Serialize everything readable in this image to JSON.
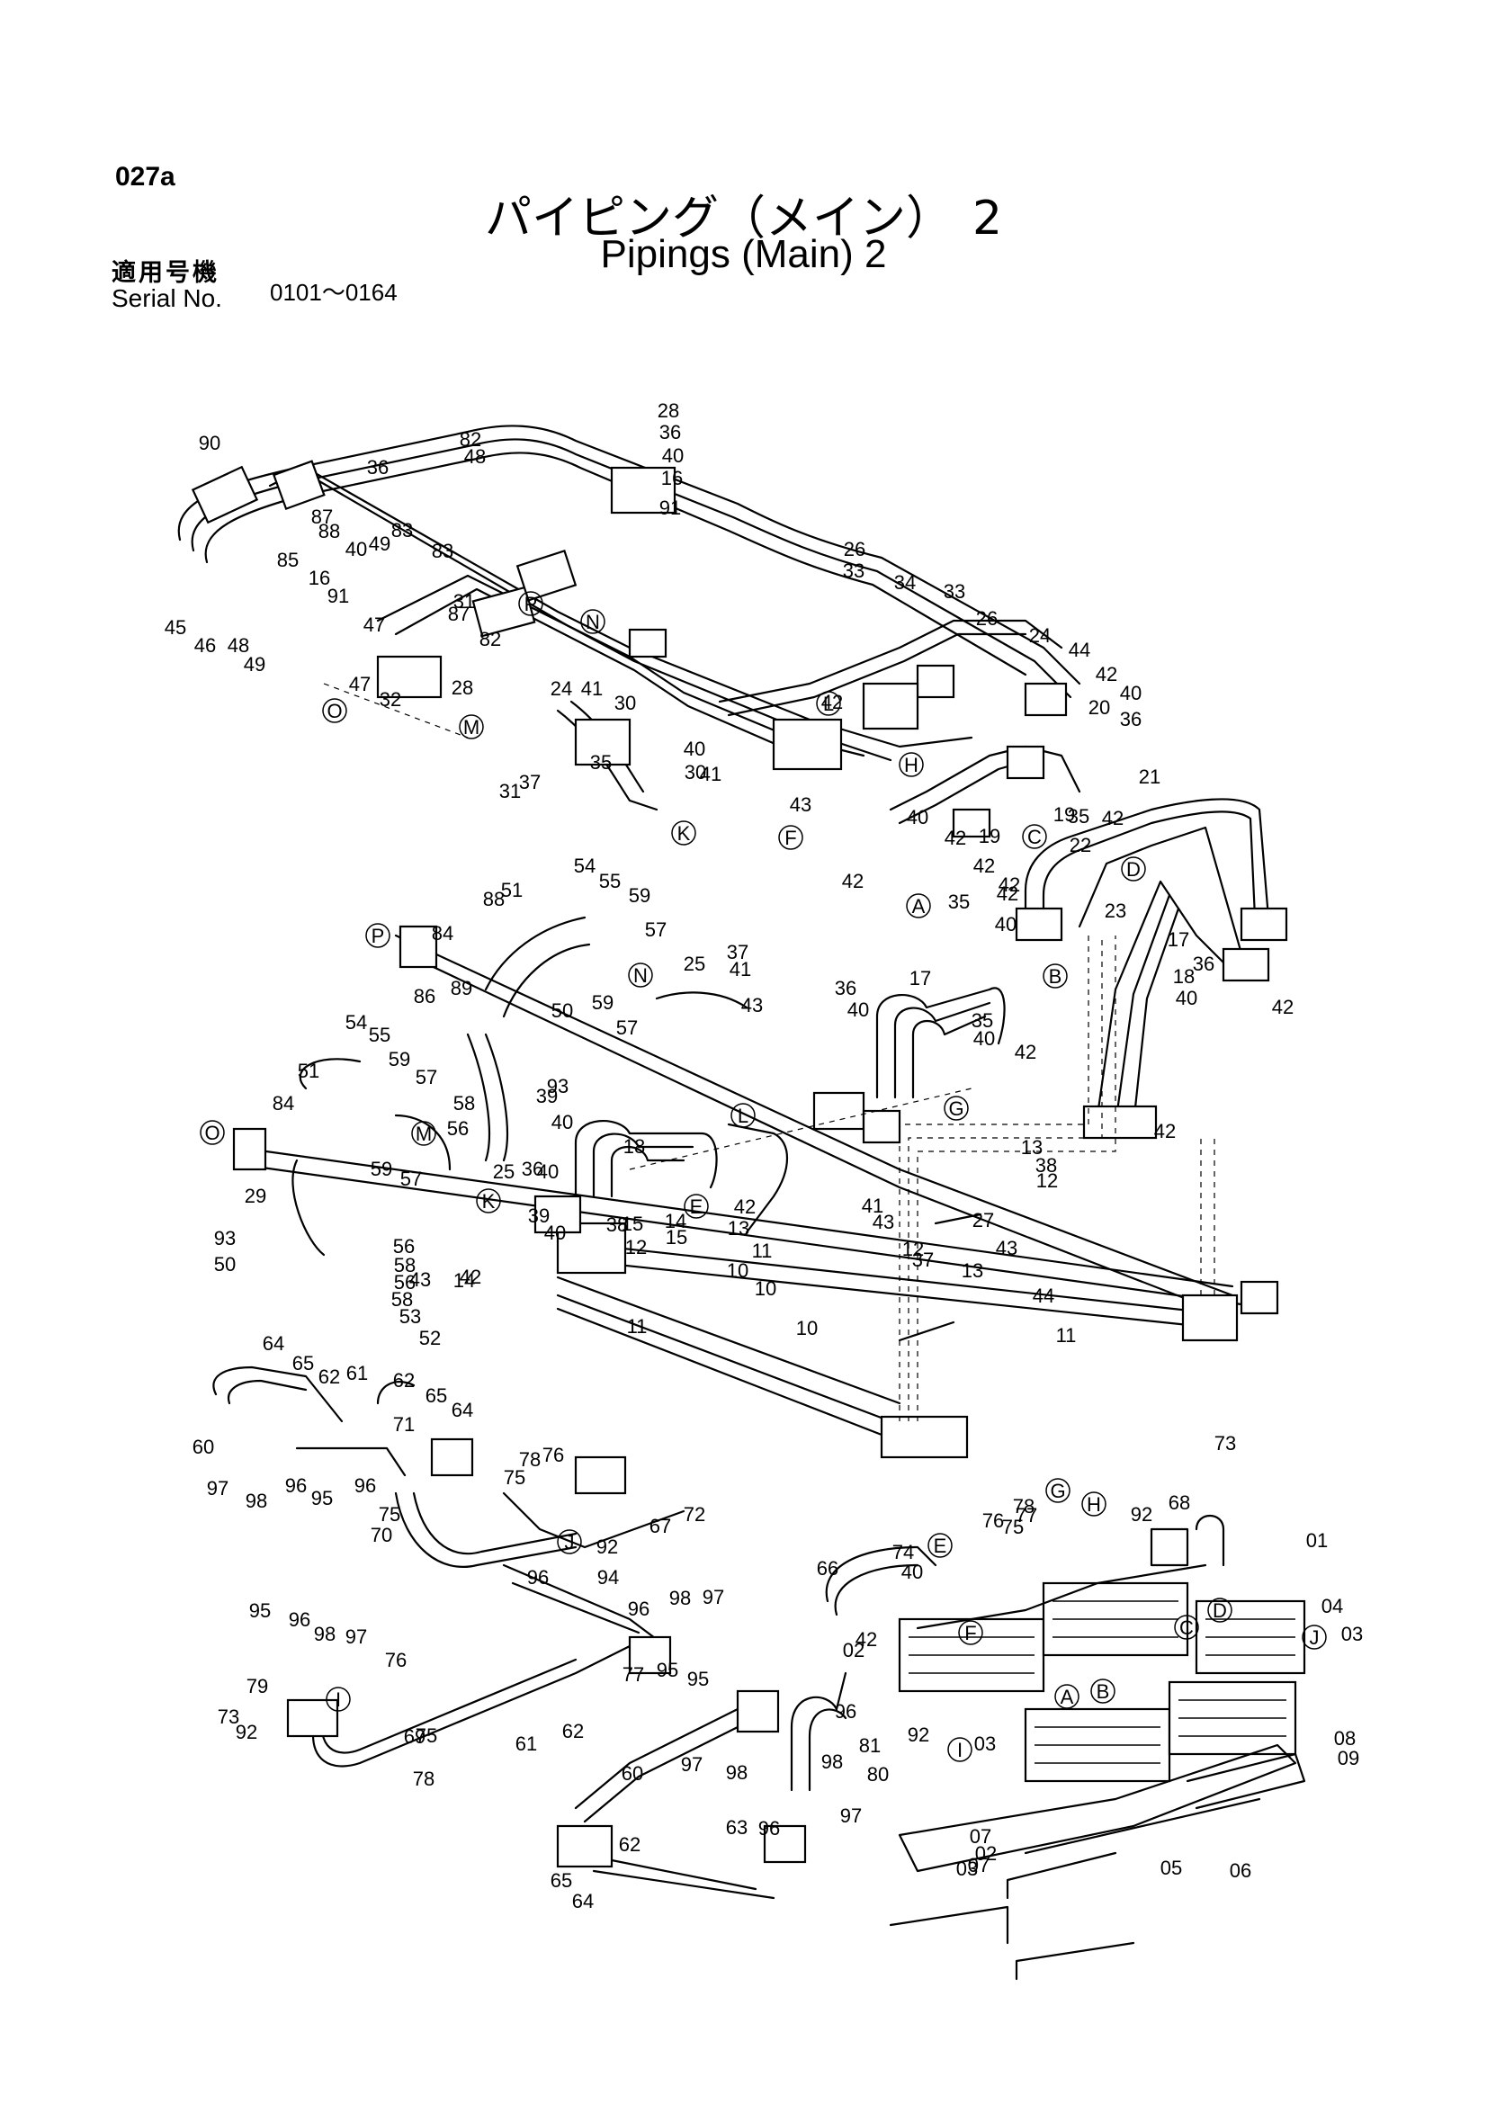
{
  "page_code": "027a",
  "title_jp": "パイピング（メイン）",
  "title_number": "2",
  "title_en": "Pipings (Main) 2",
  "serial_label_jp": "適用号機",
  "serial_label_en": "Serial No.",
  "serial_range": "0101～0164",
  "reference_markers": [
    "A",
    "B",
    "C",
    "D",
    "E",
    "F",
    "G",
    "H",
    "I",
    "J",
    "K",
    "L",
    "M",
    "N",
    "O",
    "P"
  ],
  "callouts_upper": [
    "90",
    "45",
    "46",
    "48",
    "49",
    "47",
    "85",
    "87",
    "88",
    "40",
    "16",
    "91",
    "36",
    "83",
    "47",
    "82",
    "48",
    "49",
    "83",
    "87",
    "82",
    "32",
    "31",
    "28",
    "24",
    "37",
    "41",
    "30",
    "31",
    "35",
    "40",
    "30",
    "41",
    "43",
    "42",
    "28",
    "36",
    "40",
    "16",
    "91",
    "26",
    "33",
    "34",
    "33",
    "26",
    "24",
    "44",
    "42",
    "20",
    "40",
    "36",
    "21",
    "35",
    "40",
    "42",
    "19",
    "19",
    "42",
    "42",
    "42",
    "42",
    "35",
    "40",
    "42",
    "22",
    "23",
    "17",
    "18",
    "36",
    "40",
    "42",
    "42"
  ],
  "callouts_middle": [
    "88",
    "84",
    "89",
    "86",
    "54",
    "55",
    "59",
    "57",
    "51",
    "50",
    "59",
    "57",
    "25",
    "37",
    "41",
    "43",
    "36",
    "40",
    "35",
    "40",
    "42",
    "17",
    "54",
    "55",
    "59",
    "57",
    "51",
    "84",
    "29",
    "93",
    "50",
    "56",
    "58",
    "56",
    "58",
    "53",
    "52",
    "93",
    "58",
    "56",
    "39",
    "40",
    "36",
    "40",
    "59",
    "57",
    "25",
    "39",
    "40",
    "18",
    "42",
    "14",
    "15",
    "13",
    "38",
    "12",
    "27",
    "43",
    "13",
    "12",
    "37",
    "41",
    "43",
    "42",
    "43",
    "14",
    "15",
    "38",
    "12",
    "13",
    "11",
    "10",
    "10",
    "11",
    "10",
    "11",
    "44"
  ],
  "callouts_lower": [
    "64",
    "65",
    "62",
    "61",
    "62",
    "65",
    "64",
    "60",
    "97",
    "98",
    "96",
    "95",
    "96",
    "71",
    "75",
    "70",
    "78",
    "76",
    "75",
    "72",
    "67",
    "92",
    "96",
    "94",
    "96",
    "98",
    "97",
    "95",
    "96",
    "98",
    "97",
    "76",
    "95",
    "79",
    "73",
    "92",
    "69",
    "75",
    "78",
    "77",
    "61",
    "62",
    "60",
    "97",
    "98",
    "95",
    "96",
    "63",
    "62",
    "65",
    "64",
    "96",
    "98",
    "97",
    "66",
    "74",
    "40",
    "42",
    "02",
    "76",
    "75",
    "78",
    "77",
    "92",
    "68",
    "73",
    "01",
    "81",
    "80",
    "92",
    "03",
    "04",
    "03",
    "07",
    "02",
    "05",
    "06",
    "03",
    "07",
    "08",
    "09"
  ],
  "colors": {
    "ink": "#000000",
    "paper": "#ffffff"
  }
}
